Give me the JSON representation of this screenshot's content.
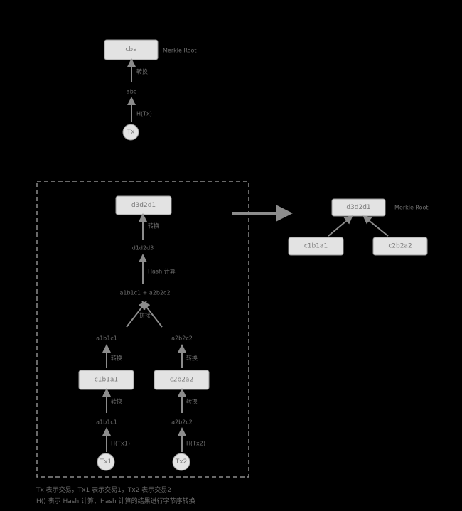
{
  "colors": {
    "background": "#000000",
    "box_fill": "#e3e3e3",
    "line": "#8c8c8c",
    "text": "#7a7a7a"
  },
  "top": {
    "root_box": "cba",
    "root_label": "Merkle Root",
    "step_upper": "转换",
    "mid_value": "abc",
    "step_lower": "H(Tx)",
    "node": "Tx"
  },
  "left": {
    "root_box": "d3d2d1",
    "step_root": "转换",
    "concat_hash": "d1d2d3",
    "step_hash": "Hash 计算",
    "concat": "a1b1c1 + a2b2c2",
    "step_concat": "拼接",
    "a1": "a1b1c1",
    "a2": "a2b2c2",
    "step_c1": "转换",
    "step_c2": "转换",
    "c1": "c1b1a1",
    "c2": "c2b2a2",
    "step_h1": "转换",
    "step_h2": "转换",
    "h1": "a1b1c1",
    "h2": "a2b2c2",
    "label_h1": "H(Tx1)",
    "label_h2": "H(Tx2)",
    "tx1": "Tx1",
    "tx2": "Tx2"
  },
  "right": {
    "root_box": "d3d2d1",
    "root_label": "Merkle Root",
    "leaf1": "c1b1a1",
    "leaf2": "c2b2a2"
  },
  "footnote": {
    "line1": "Tx 表示交易，Tx1 表示交易1，Tx2 表示交易2",
    "line2": "H() 表示 Hash 计算，Hash 计算的结果进行字节序转换"
  }
}
